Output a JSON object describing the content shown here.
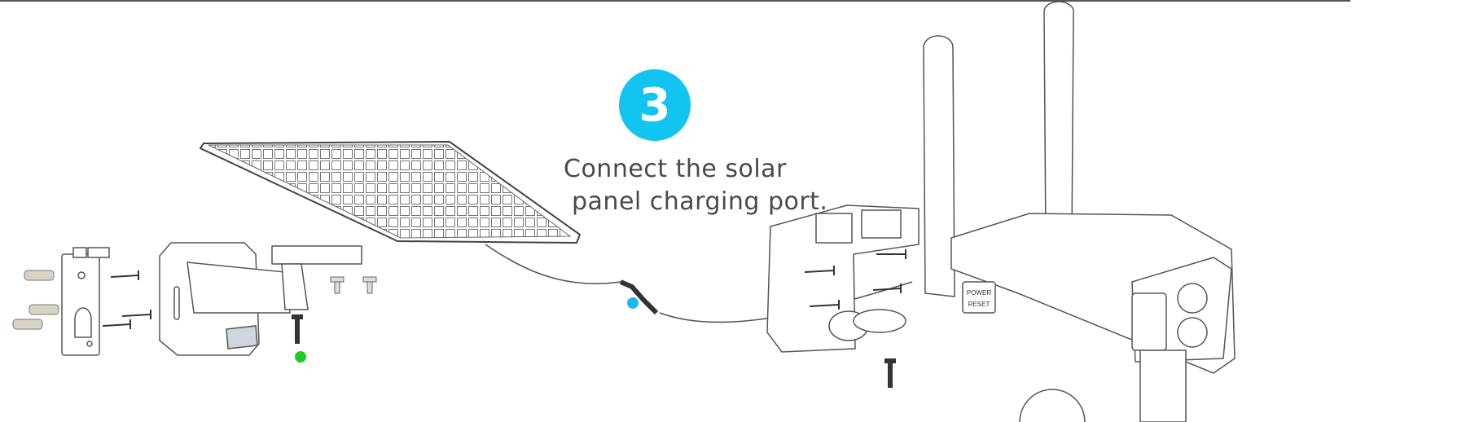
{
  "step": {
    "number": "3",
    "caption_line1": "Connect the solar",
    "caption_line2": "panel charging port."
  },
  "device": {
    "button_label_1": "POWER",
    "button_label_2": "RESET"
  },
  "colors": {
    "accent": "#13c3f0",
    "marker_green": "#22cc22",
    "marker_blue": "#1fb8e6",
    "line": "#555555"
  }
}
